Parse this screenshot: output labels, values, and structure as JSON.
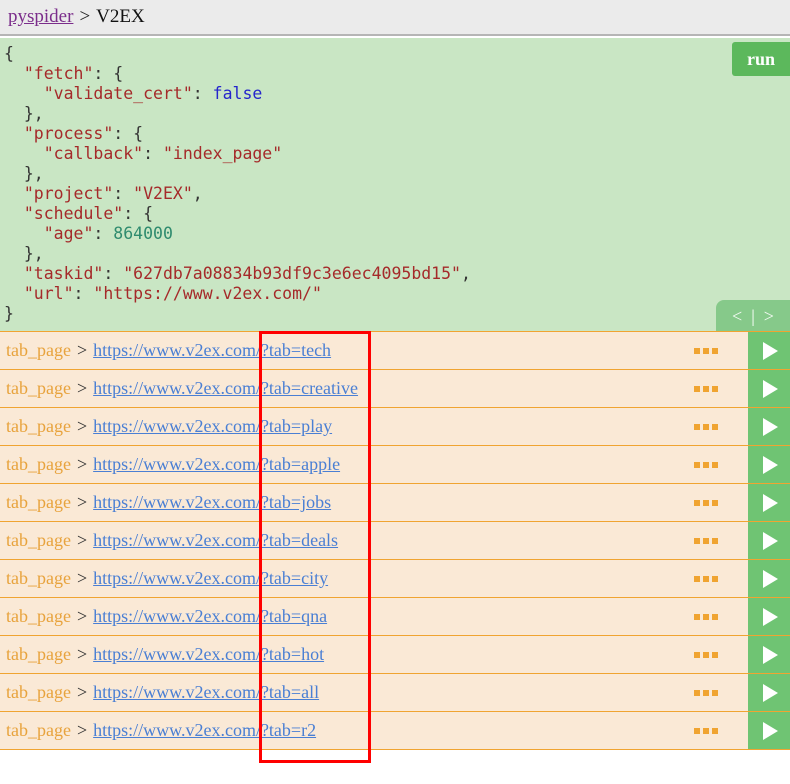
{
  "header": {
    "project_link": "pyspider",
    "separator": ">",
    "project_name": "V2EX"
  },
  "code_panel": {
    "run_label": "run",
    "nav": {
      "prev": "<",
      "divider": "|",
      "next": ">"
    },
    "task_json_lines": [
      [
        {
          "t": "punct",
          "v": "{"
        }
      ],
      [
        {
          "t": "punct",
          "v": "  "
        },
        {
          "t": "key",
          "v": "\"fetch\""
        },
        {
          "t": "punct",
          "v": ": {"
        }
      ],
      [
        {
          "t": "punct",
          "v": "    "
        },
        {
          "t": "key",
          "v": "\"validate_cert\""
        },
        {
          "t": "punct",
          "v": ": "
        },
        {
          "t": "bool",
          "v": "false"
        }
      ],
      [
        {
          "t": "punct",
          "v": "  },"
        }
      ],
      [
        {
          "t": "punct",
          "v": "  "
        },
        {
          "t": "key",
          "v": "\"process\""
        },
        {
          "t": "punct",
          "v": ": {"
        }
      ],
      [
        {
          "t": "punct",
          "v": "    "
        },
        {
          "t": "key",
          "v": "\"callback\""
        },
        {
          "t": "punct",
          "v": ": "
        },
        {
          "t": "str",
          "v": "\"index_page\""
        }
      ],
      [
        {
          "t": "punct",
          "v": "  },"
        }
      ],
      [
        {
          "t": "punct",
          "v": "  "
        },
        {
          "t": "key",
          "v": "\"project\""
        },
        {
          "t": "punct",
          "v": ": "
        },
        {
          "t": "str",
          "v": "\"V2EX\""
        },
        {
          "t": "punct",
          "v": ","
        }
      ],
      [
        {
          "t": "punct",
          "v": "  "
        },
        {
          "t": "key",
          "v": "\"schedule\""
        },
        {
          "t": "punct",
          "v": ": {"
        }
      ],
      [
        {
          "t": "punct",
          "v": "    "
        },
        {
          "t": "key",
          "v": "\"age\""
        },
        {
          "t": "punct",
          "v": ": "
        },
        {
          "t": "num",
          "v": "864000"
        }
      ],
      [
        {
          "t": "punct",
          "v": "  },"
        }
      ],
      [
        {
          "t": "punct",
          "v": "  "
        },
        {
          "t": "key",
          "v": "\"taskid\""
        },
        {
          "t": "punct",
          "v": ": "
        },
        {
          "t": "str",
          "v": "\"627db7a08834b93df9c3e6ec4095bd15\""
        },
        {
          "t": "punct",
          "v": ","
        }
      ],
      [
        {
          "t": "punct",
          "v": "  "
        },
        {
          "t": "key",
          "v": "\"url\""
        },
        {
          "t": "punct",
          "v": ": "
        },
        {
          "t": "str",
          "v": "\"https://www.v2ex.com/\""
        }
      ],
      [
        {
          "t": "punct",
          "v": "}"
        }
      ]
    ]
  },
  "results": {
    "more_label": "...",
    "run_label": "run",
    "rows": [
      {
        "callback": "tab_page",
        "sep": ">",
        "url": "https://www.v2ex.com/?tab=tech"
      },
      {
        "callback": "tab_page",
        "sep": ">",
        "url": "https://www.v2ex.com/?tab=creative"
      },
      {
        "callback": "tab_page",
        "sep": ">",
        "url": "https://www.v2ex.com/?tab=play"
      },
      {
        "callback": "tab_page",
        "sep": ">",
        "url": "https://www.v2ex.com/?tab=apple"
      },
      {
        "callback": "tab_page",
        "sep": ">",
        "url": "https://www.v2ex.com/?tab=jobs"
      },
      {
        "callback": "tab_page",
        "sep": ">",
        "url": "https://www.v2ex.com/?tab=deals"
      },
      {
        "callback": "tab_page",
        "sep": ">",
        "url": "https://www.v2ex.com/?tab=city"
      },
      {
        "callback": "tab_page",
        "sep": ">",
        "url": "https://www.v2ex.com/?tab=qna"
      },
      {
        "callback": "tab_page",
        "sep": ">",
        "url": "https://www.v2ex.com/?tab=hot"
      },
      {
        "callback": "tab_page",
        "sep": ">",
        "url": "https://www.v2ex.com/?tab=all"
      },
      {
        "callback": "tab_page",
        "sep": ">",
        "url": "https://www.v2ex.com/?tab=r2"
      }
    ]
  },
  "annotation": {
    "color": "#ff0000"
  },
  "colors": {
    "code_bg": "#c9e6c4",
    "row_bg": "#fae9d6",
    "row_border": "#f0a431",
    "accent_green": "#5cb85c",
    "link_blue": "#4a7fd4",
    "callback_orange": "#e8a33d",
    "header_bg": "#ebebeb"
  }
}
